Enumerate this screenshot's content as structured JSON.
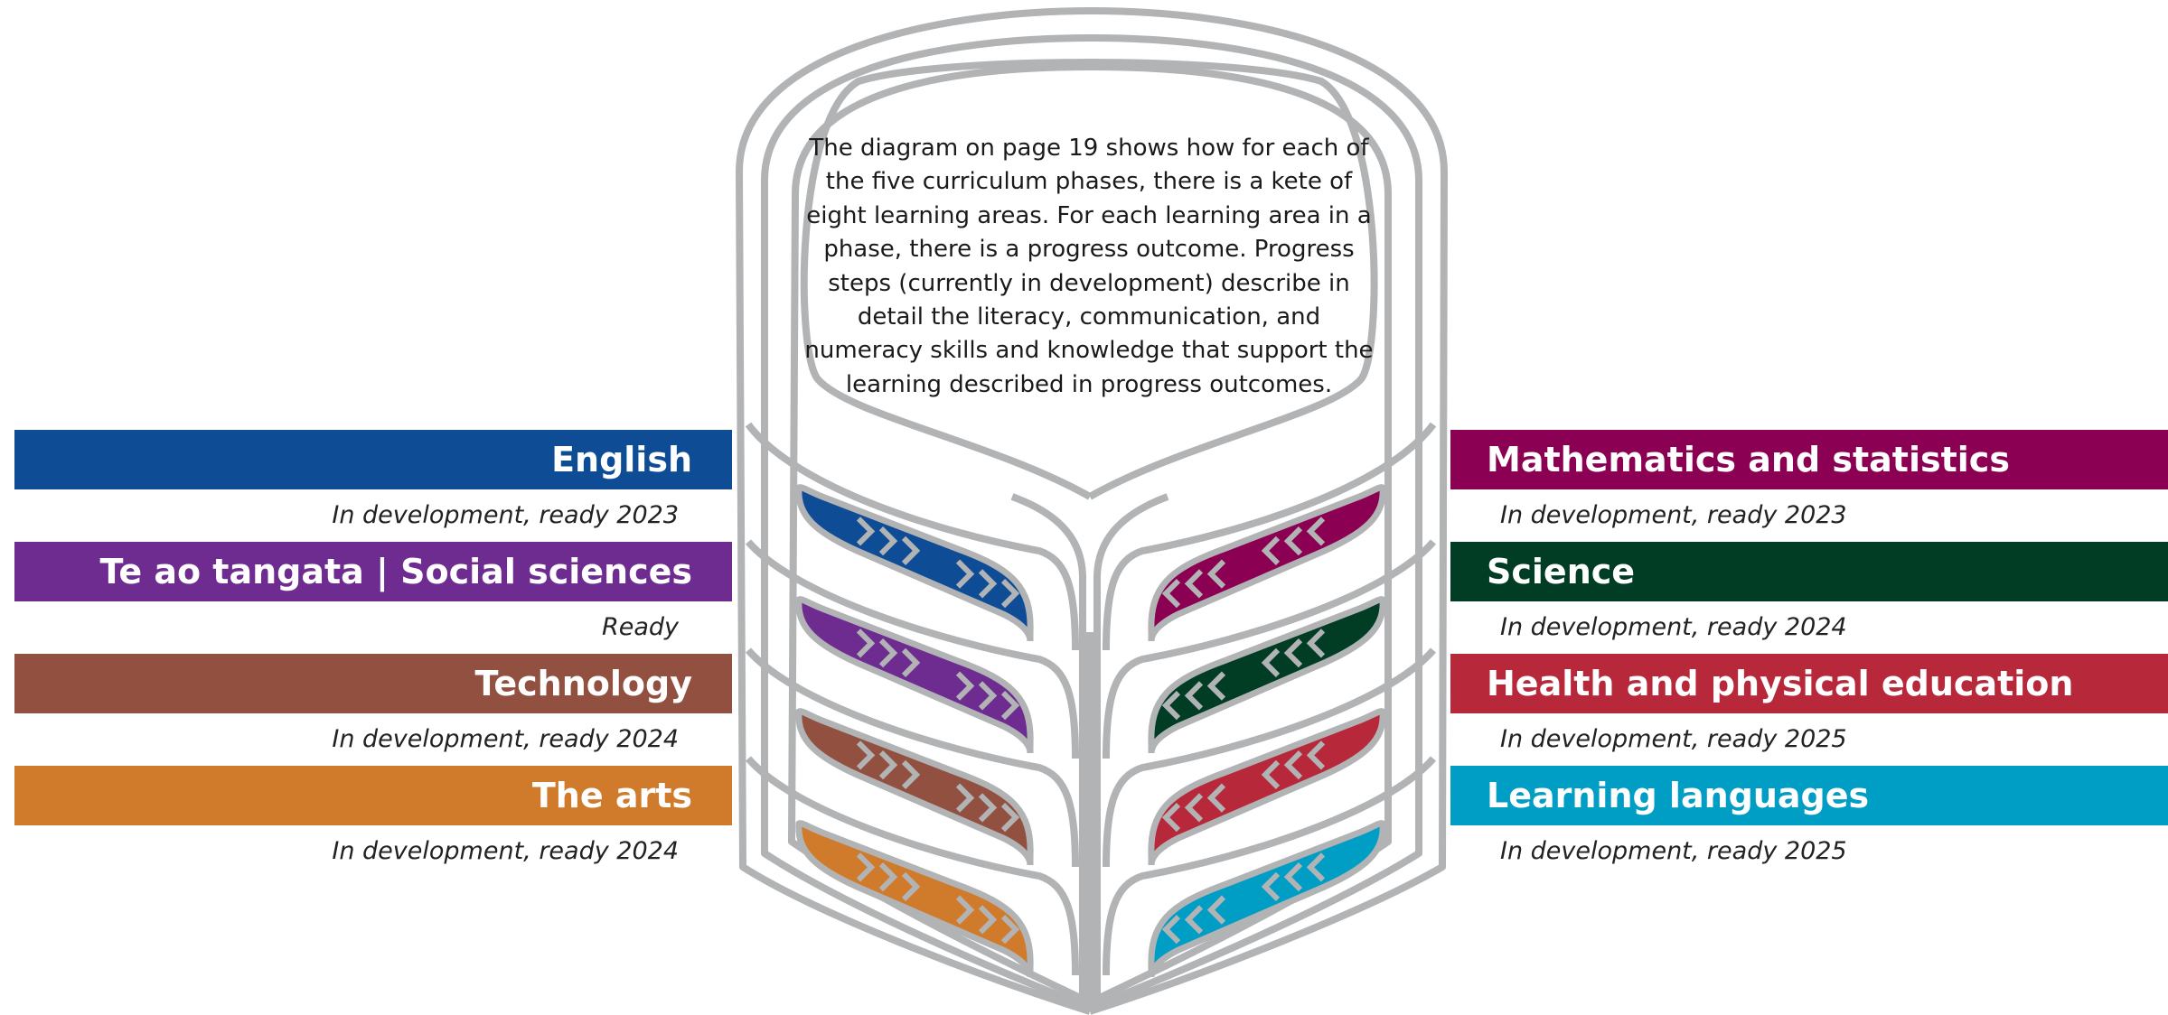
{
  "intro_text": "The diagram on page 19 shows how for each of the five curriculum phases, there is a kete of eight learning areas. For each learning area in a phase, there is a progress outcome. Progress steps (currently in development) describe in detail the literacy, communication, and numeracy skills and knowledge that support the learning described in progress outcomes.",
  "outline_color": "#b1b3b5",
  "left_areas": [
    {
      "label": "English",
      "status": "In development, ready 2023",
      "color": "#0e4d96"
    },
    {
      "label": "Te ao tangata | Social sciences",
      "status": "Ready",
      "color": "#6e2c91"
    },
    {
      "label": "Technology",
      "status": "In development, ready 2024",
      "color": "#925140"
    },
    {
      "label": "The arts",
      "status": "In development, ready 2024",
      "color": "#d07b2c"
    }
  ],
  "right_areas": [
    {
      "label": "Mathematics and statistics",
      "status": "In development, ready 2023",
      "color": "#8b0052"
    },
    {
      "label": "Science",
      "status": "In development, ready 2024",
      "color": "#003d24"
    },
    {
      "label": "Health and physical education",
      "status": "In development, ready 2025",
      "color": "#b7283a"
    },
    {
      "label": "Learning languages",
      "status": "In development, ready 2025",
      "color": "#009dc4"
    }
  ]
}
